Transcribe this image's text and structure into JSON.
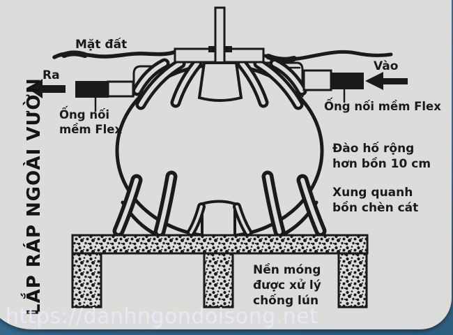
{
  "page": {
    "background_color": "#dcdcda",
    "surround_color": "#40749b",
    "ink_color": "#1a1a1a",
    "watermark_color": "#e9e8fa"
  },
  "side_title": "LẮP RÁP NGOÀI VƯỜN",
  "labels": {
    "ground": "Mặt đất",
    "flow_out": "Ra",
    "flow_in": "Vào",
    "flex_left": "Ống nối\nmềm Flex",
    "flex_right": "Ống nối mềm Flex",
    "dig_note": "Đào hố rộng\nhơn bồn 10 cm",
    "sand_note": "Xung quanh\nbồn chèn cát",
    "foundation_note": "Nền móng\nđược xử lý\nchống lún"
  },
  "watermark": "https://danhngondoisong.net"
}
